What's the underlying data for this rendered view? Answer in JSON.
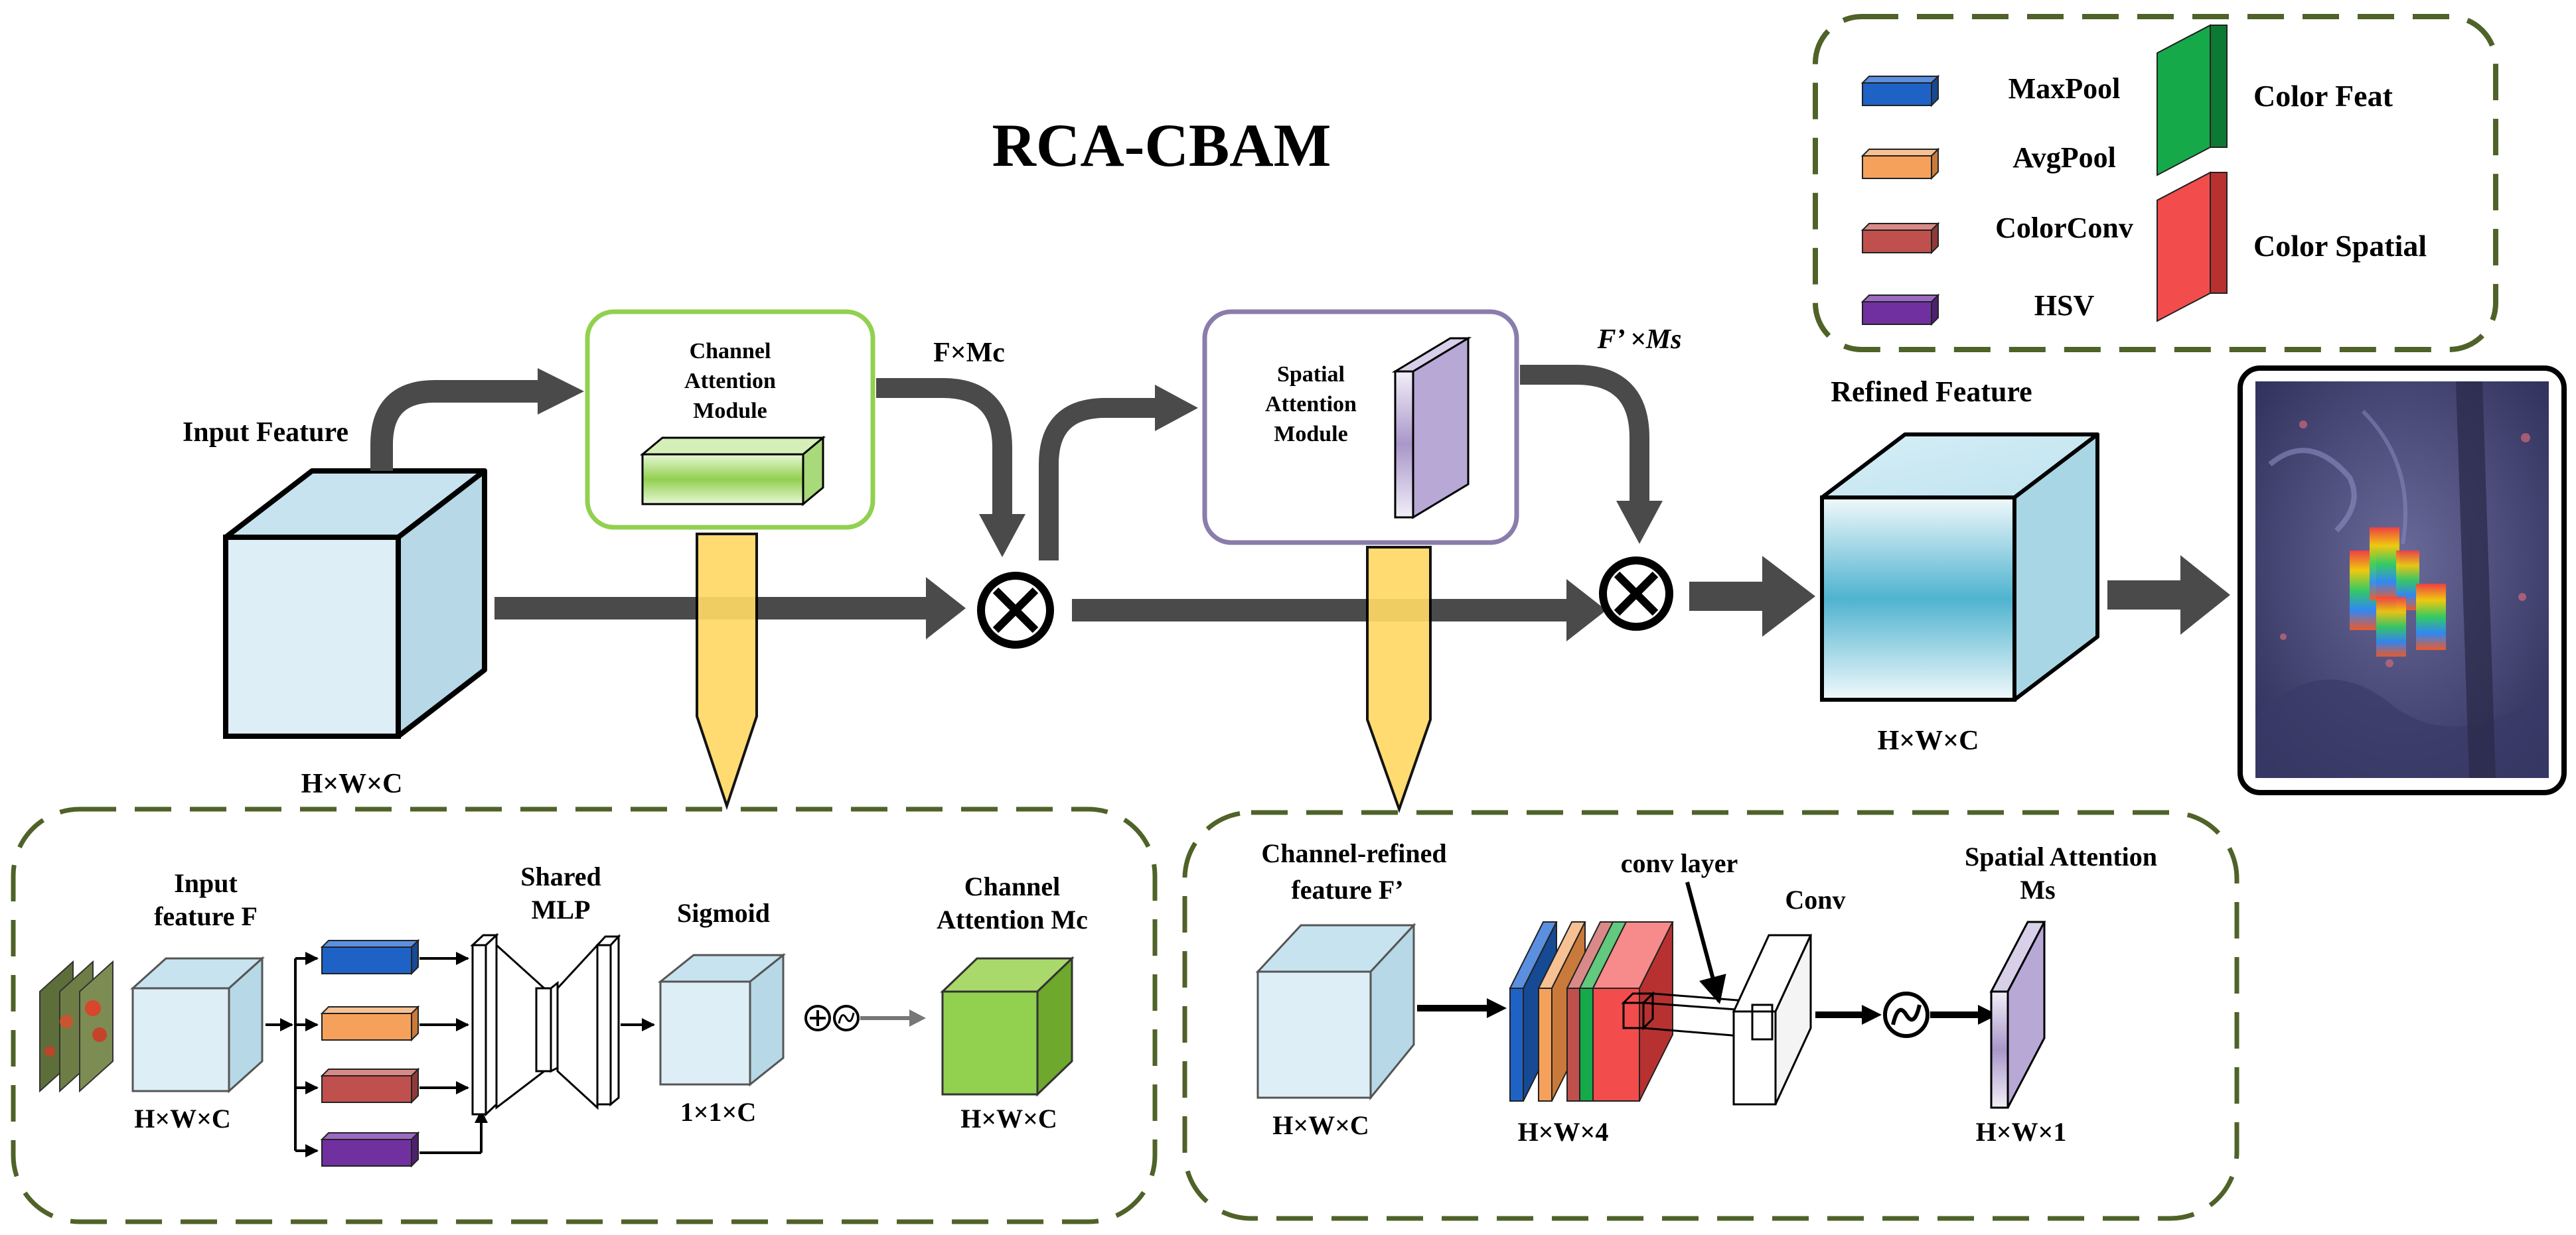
{
  "title": "RCA-CBAM",
  "main": {
    "input_label": "Input Feature",
    "input_dim": "H×W×C",
    "channel_module_lines": [
      "Channel",
      "Attention",
      "Module"
    ],
    "spatial_module_lines": [
      "Spatial",
      "Attention",
      "Module"
    ],
    "fmc_label": "F×Mc",
    "fms_label": "F’ ×Ms",
    "refined_label": "Refined Feature",
    "refined_dim": "H×W×C"
  },
  "legend": {
    "items": [
      {
        "label": "MaxPool",
        "color": "#1f62c6"
      },
      {
        "label": "AvgPool",
        "color": "#f5a15b"
      },
      {
        "label": "ColorConv",
        "color": "#c0504d"
      },
      {
        "label": "HSV",
        "color": "#7030a0"
      }
    ],
    "big_items": [
      {
        "label": "Color Feat",
        "color": "#16a94a"
      },
      {
        "label": "Color Spatial",
        "color": "#f24c4c"
      }
    ]
  },
  "channel_detail": {
    "input_title_lines": [
      "Input",
      "feature F"
    ],
    "input_dim": "H×W×C",
    "mlp_title_lines": [
      "Shared",
      "MLP"
    ],
    "sigmoid_title": "Sigmoid",
    "sigmoid_dim": "1×1×C",
    "output_title_lines": [
      "Channel",
      "Attention Mc"
    ],
    "output_dim": "H×W×C"
  },
  "spatial_detail": {
    "input_title_lines": [
      "Channel-refined",
      "feature F’"
    ],
    "input_dim": "H×W×C",
    "stack_dim": "H×W×4",
    "conv_layer_label": "conv layer",
    "conv_label": "Conv",
    "output_title_lines": [
      "Spatial Attention",
      "Ms"
    ],
    "output_dim": "H×W×1"
  },
  "colors": {
    "arrow": "#4a4a4a",
    "dash_border": "#4f6228",
    "cube_face": "#ddeef6",
    "channel_box_border": "#92d050",
    "spatial_box_border": "#8a7dab",
    "pointer_fill": "#ffd966"
  }
}
